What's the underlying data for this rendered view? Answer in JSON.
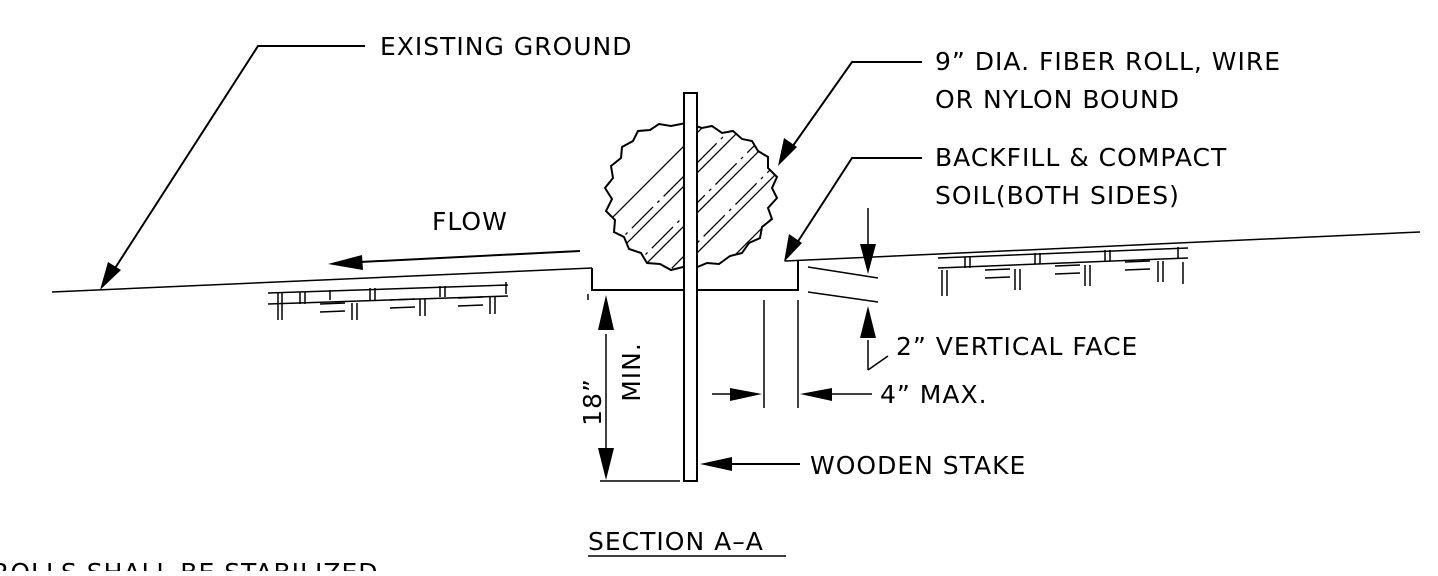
{
  "labels": {
    "existing_ground": "EXISTING GROUND",
    "fiber_roll_line1": "9” DIA. FIBER ROLL, WIRE",
    "fiber_roll_line2": "OR NYLON BOUND",
    "backfill_line1": "BACKFILL & COMPACT",
    "backfill_line2": "SOIL(BOTH SIDES)",
    "flow": "FLOW",
    "vertical_face": "2” VERTICAL FACE",
    "max_spacing": "4” MAX.",
    "depth_value": "18”",
    "depth_min": "MIN.",
    "wooden_stake": "WOODEN STAKE",
    "section_title": "SECTION A–A",
    "note_partial": "ROLLS SHALL BE STABILIZED"
  }
}
